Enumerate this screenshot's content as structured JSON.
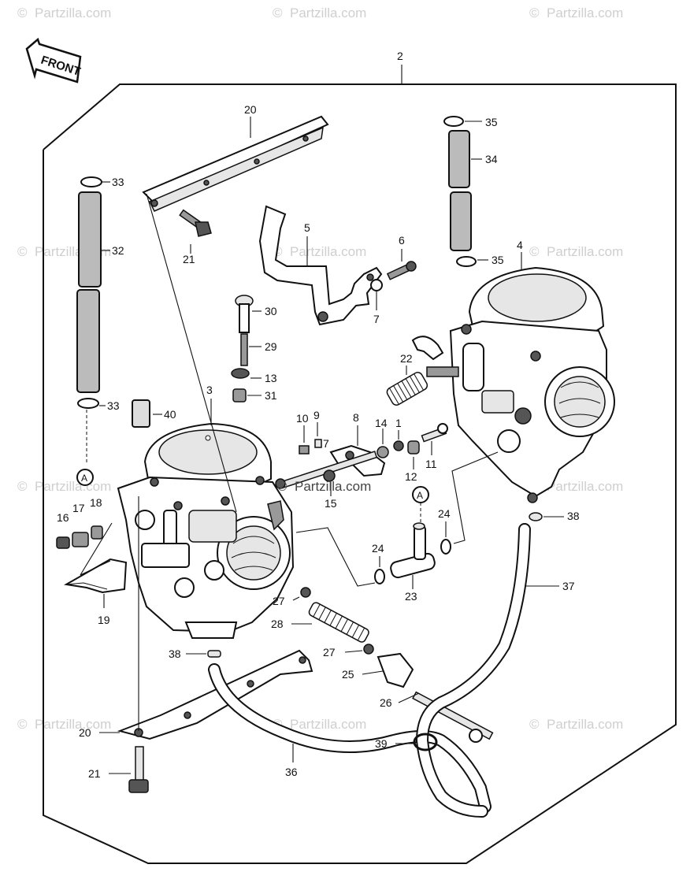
{
  "diagram": {
    "front_label": "FRONT",
    "site_watermark": "Partzilla.com",
    "watermark_copyright_symbol": "©",
    "assembly_callout": "2",
    "connector_symbol": "A",
    "callouts": {
      "c1": "1",
      "c3": "3",
      "c4": "4",
      "c5": "5",
      "c6": "6",
      "c7a": "7",
      "c7b": "7",
      "c8": "8",
      "c9": "9",
      "c10": "10",
      "c11": "11",
      "c12": "12",
      "c13": "13",
      "c14": "14",
      "c15": "15",
      "c16": "16",
      "c17": "17",
      "c18": "18",
      "c19": "19",
      "c20a": "20",
      "c20b": "20",
      "c21a": "21",
      "c21b": "21",
      "c22": "22",
      "c23": "23",
      "c24a": "24",
      "c24b": "24",
      "c25": "25",
      "c26": "26",
      "c27a": "27",
      "c27b": "27",
      "c28": "28",
      "c29": "29",
      "c30": "30",
      "c31": "31",
      "c32": "32",
      "c33a": "33",
      "c33b": "33",
      "c34": "34",
      "c35a": "35",
      "c35b": "35",
      "c36": "36",
      "c37": "37",
      "c38a": "38",
      "c38b": "38",
      "c39": "39",
      "c40": "40"
    }
  }
}
